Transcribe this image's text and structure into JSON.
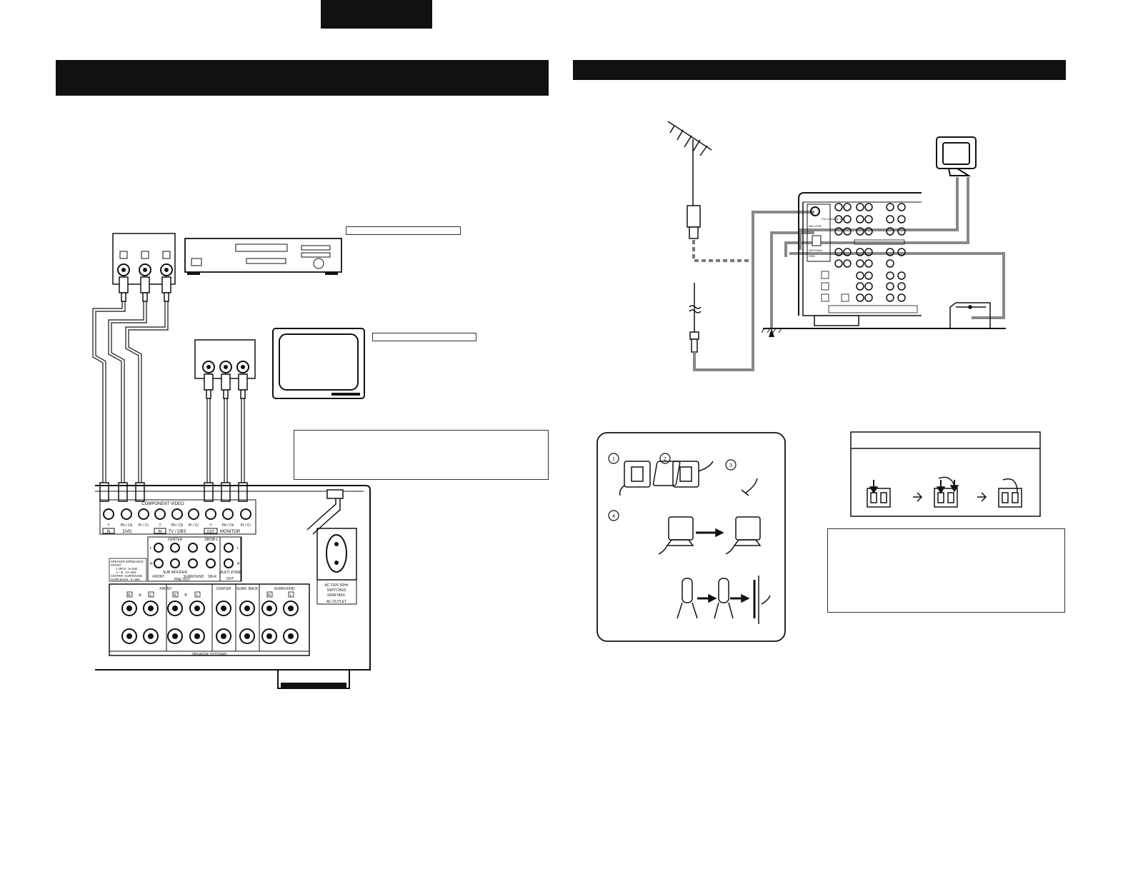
{
  "page": {
    "top_tab": "",
    "left_section_title": "",
    "right_section_title": "",
    "dvd_label": "",
    "tv_label": "",
    "note_box_left": "",
    "note_box_right": ""
  },
  "receiver_panel": {
    "component_video": "COMPONENT VIDEO",
    "y": "Y",
    "pb": "Pb / Cb",
    "pr": "Pr / Cr",
    "in": "IN",
    "out": "OUT",
    "dvd": "DVD",
    "tv_dbs": "TV / DBS",
    "monitor": "MONITOR",
    "center": "CENTER",
    "sb_sb_l": "SB/SB-L",
    "sub_woofer": "SUB WOOFER",
    "front": "FRONT",
    "surround": "SURROUND",
    "sb_r": "SB-R",
    "multi_zone": "MULTI ZONE",
    "pre_out": "PRE OUT",
    "out_label": "OUT",
    "surr_back": "SURR. BACK",
    "speaker_systems": "SPEAKER SYSTEMS",
    "speaker_impedance": "SPEAKER IMPEDANCE",
    "imp_line1": "FRONT",
    "imp_line2": "A OR B : 6~16Ω",
    "imp_line3": "A + B : 12~16Ω",
    "imp_line4": "CENTER, SURROUND",
    "imp_line5": "SURR.BACK : 6~16Ω",
    "ac_line1": "AC 230V 50Hz",
    "ac_line2": "SWITCHED",
    "ac_line3": "100W MAX.",
    "ac_outlet": "AC OUTLET",
    "letter_r": "R",
    "letter_l": "L",
    "letter_a": "A",
    "letter_b": "B"
  },
  "antenna_panel": {
    "fm_coaxial": "FM COAXIAL 75Ω",
    "am_loop": "AM LOOP",
    "antenna": "ANTENNA",
    "gnd": "GND"
  },
  "am_loop_steps": [
    "1",
    "2",
    "3",
    "4"
  ]
}
